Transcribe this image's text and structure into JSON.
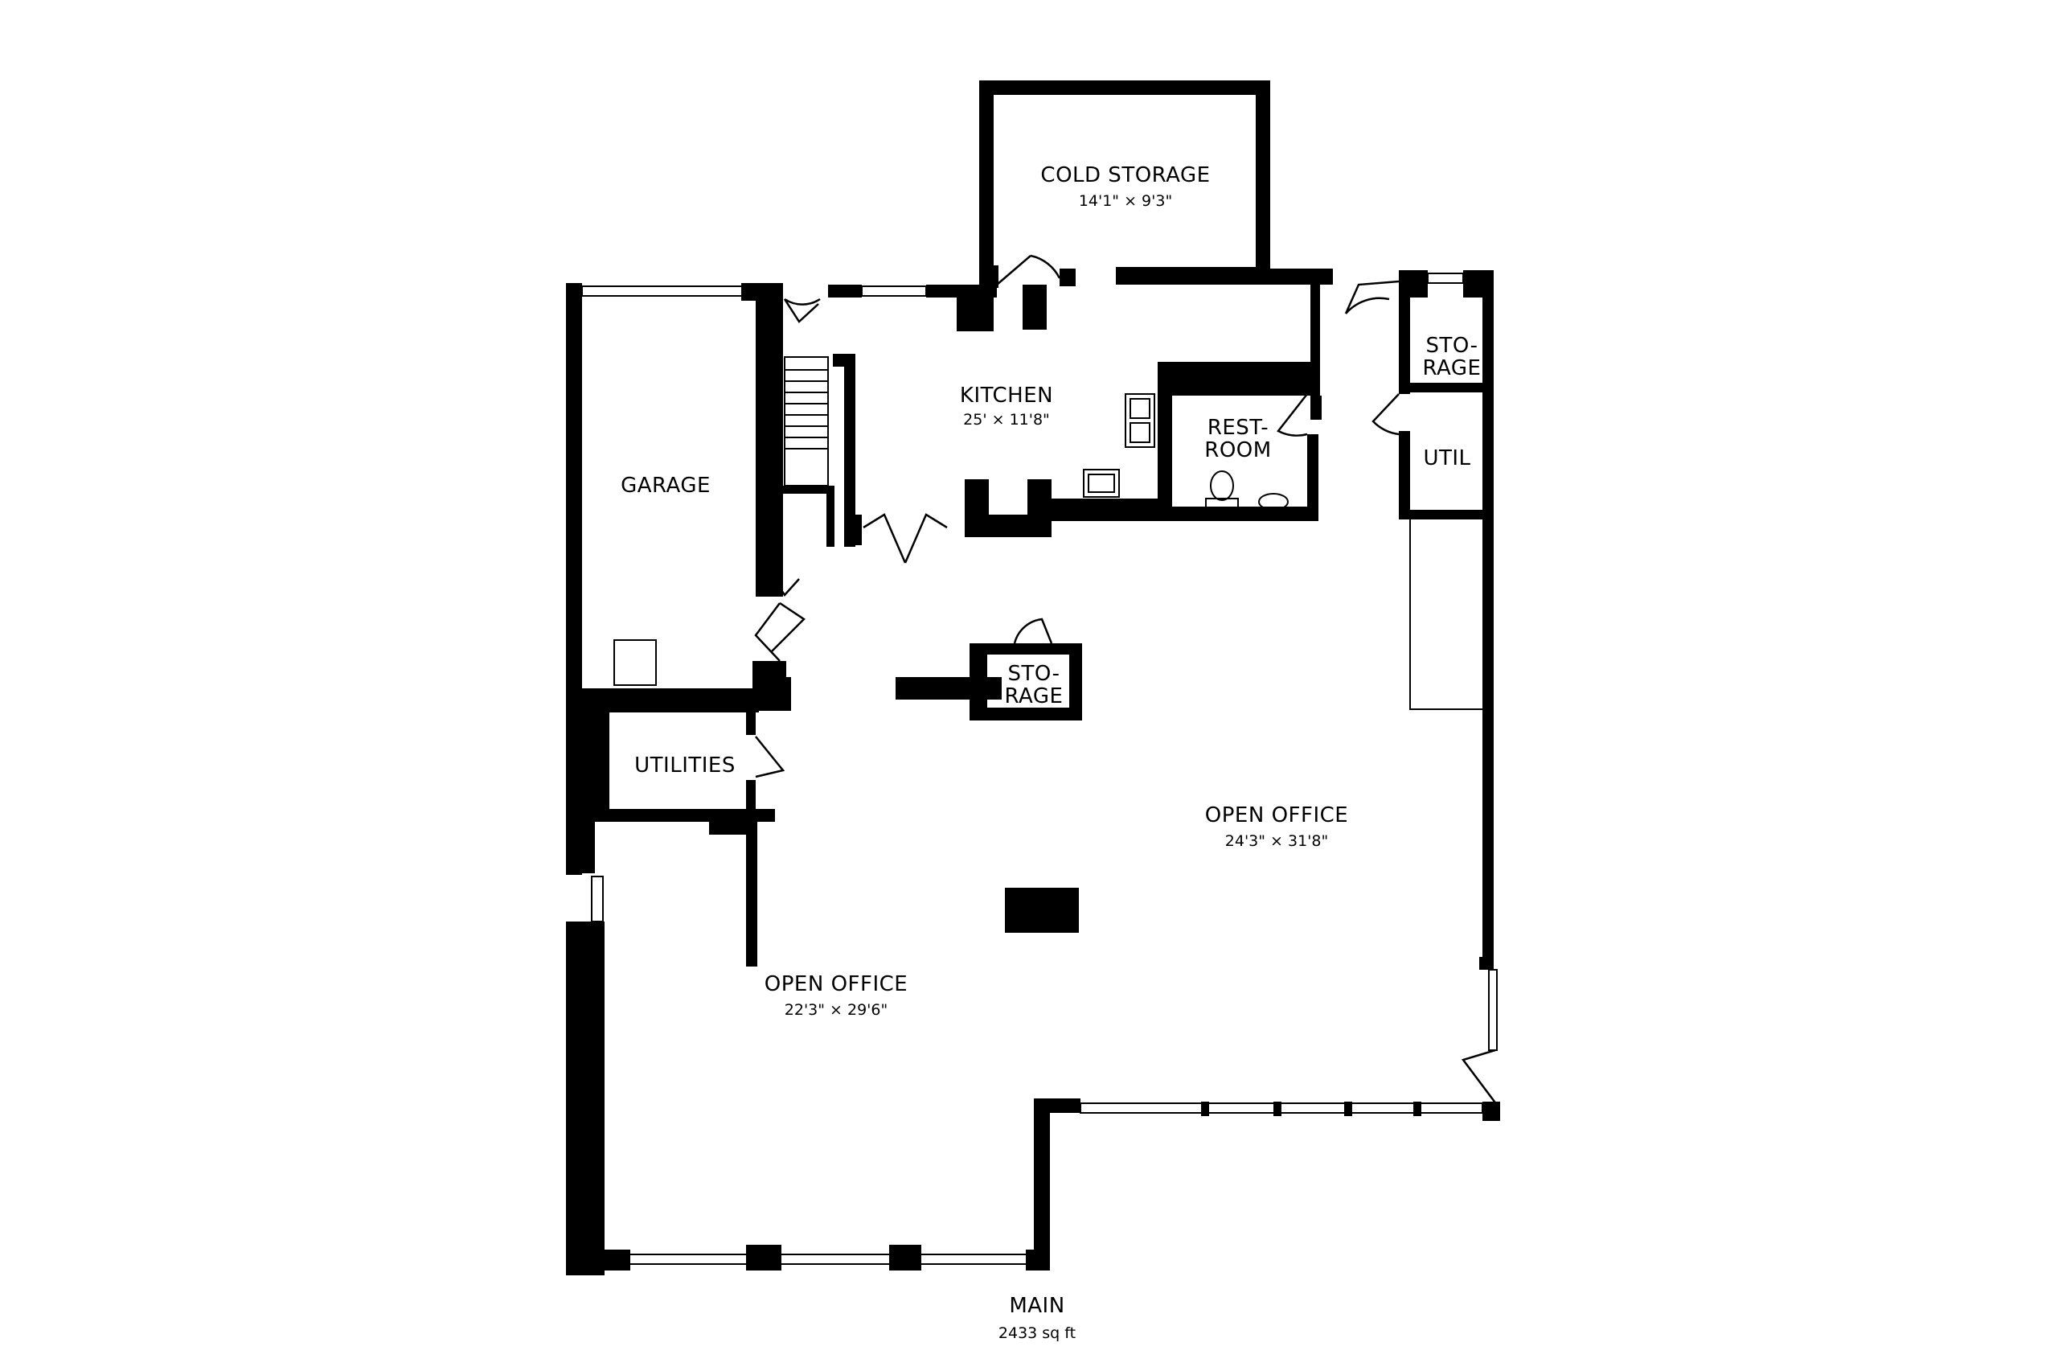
{
  "floor": {
    "name": "MAIN",
    "area": "2433 sq ft"
  },
  "rooms": {
    "cold_storage": {
      "name": "COLD STORAGE",
      "dims": "14'1\" × 9'3\""
    },
    "kitchen": {
      "name": "KITCHEN",
      "dims": "25' × 11'8\""
    },
    "restroom": {
      "name_line1": "REST-",
      "name_line2": "ROOM"
    },
    "storage_ne": {
      "name_line1": "STO-",
      "name_line2": "RAGE"
    },
    "util": {
      "name": "UTIL"
    },
    "garage": {
      "name": "GARAGE"
    },
    "storage_center": {
      "name_line1": "STO-",
      "name_line2": "RAGE"
    },
    "utilities": {
      "name": "UTILITIES"
    },
    "open_office_east": {
      "name": "OPEN OFFICE",
      "dims": "24'3\" × 31'8\""
    },
    "open_office_west": {
      "name": "OPEN OFFICE",
      "dims": "22'3\" × 29'6\""
    }
  }
}
